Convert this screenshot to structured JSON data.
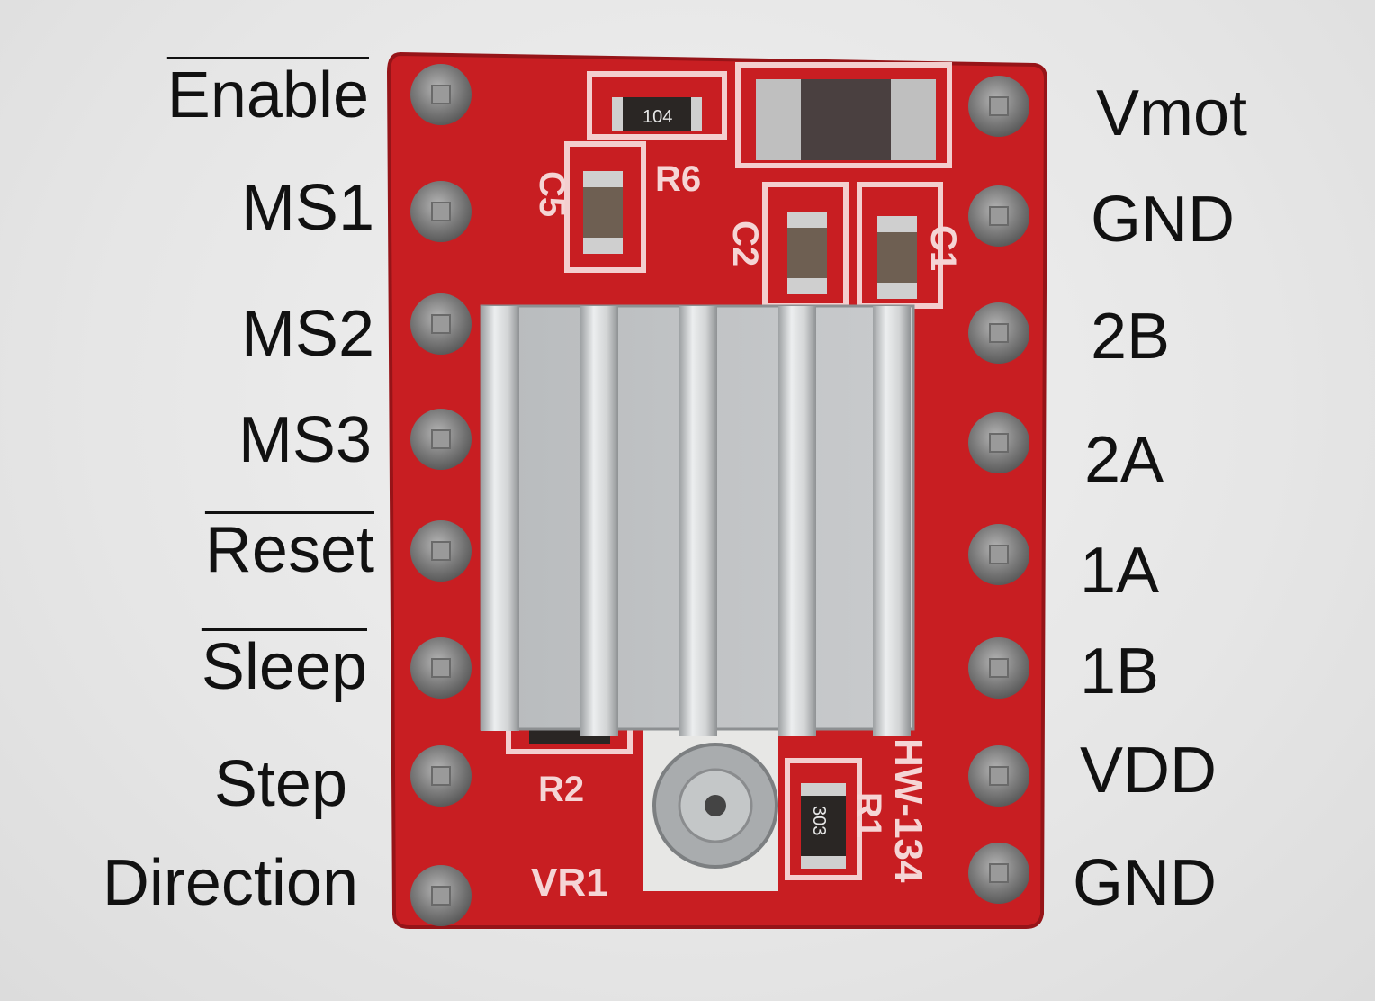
{
  "board": {
    "model_marking": "HW-134",
    "silkscreen": [
      "R6",
      "C5",
      "C2",
      "C1",
      "R2",
      "R1",
      "VR1"
    ],
    "resistor_codes": [
      "104",
      "303"
    ],
    "colors": {
      "pcb": "#c81e22",
      "pcb_dark": "#a3151a",
      "silk": "#f5d5d5",
      "heatsink": "#c9cbcc",
      "pin": "#8c8c8c"
    }
  },
  "pins": {
    "left": [
      {
        "label": "Enable",
        "active_low": true
      },
      {
        "label": "MS1",
        "active_low": false
      },
      {
        "label": "MS2",
        "active_low": false
      },
      {
        "label": "MS3",
        "active_low": false
      },
      {
        "label": "Reset",
        "active_low": true
      },
      {
        "label": "Sleep",
        "active_low": true
      },
      {
        "label": "Step",
        "active_low": false
      },
      {
        "label": "Direction",
        "active_low": false
      }
    ],
    "right": [
      {
        "label": "Vmot"
      },
      {
        "label": "GND"
      },
      {
        "label": "2B"
      },
      {
        "label": "2A"
      },
      {
        "label": "1A"
      },
      {
        "label": "1B"
      },
      {
        "label": "VDD"
      },
      {
        "label": "GND"
      }
    ]
  }
}
